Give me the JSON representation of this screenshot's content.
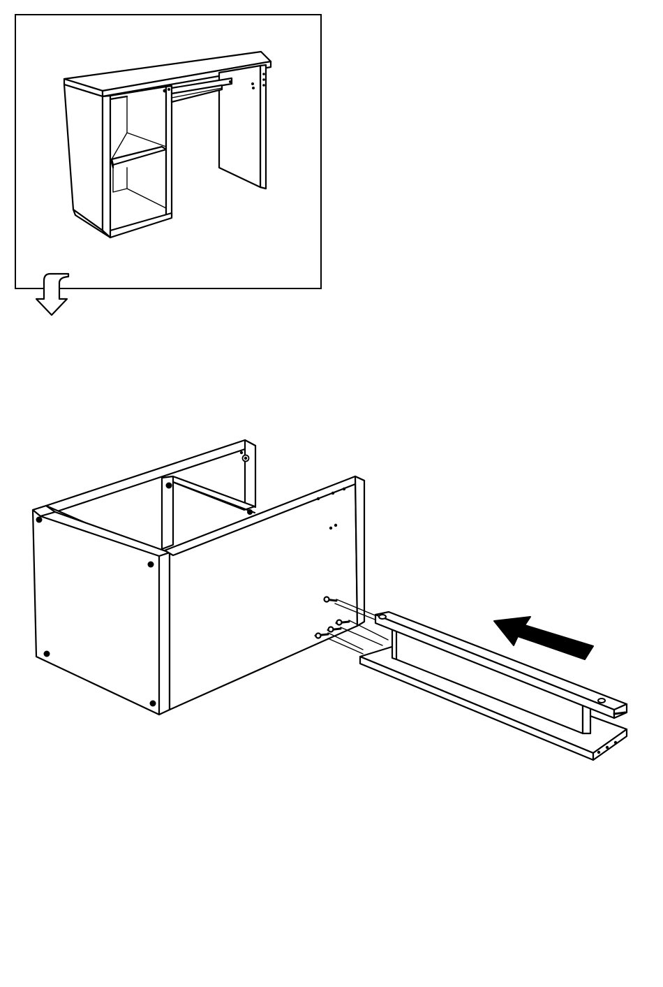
{
  "document": {
    "type": "assembly-instruction-page",
    "step_overview": {
      "icon": "desk-overview-illustration"
    },
    "continue_arrow": {
      "icon": "down-arrow-icon"
    },
    "main_step": {
      "icon": "cabinet-assembly-illustration",
      "direction_arrow": "push-direction-arrow-icon"
    }
  }
}
